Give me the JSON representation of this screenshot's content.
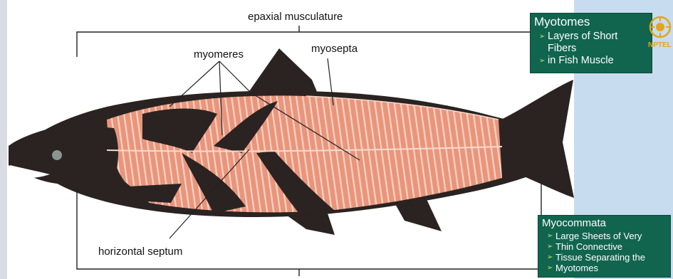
{
  "labels": {
    "epaxial": "epaxial musculature",
    "myomeres": "myomeres",
    "myosepta": "myosepta",
    "horizontal_septum": "horizontal septum"
  },
  "slide": {
    "myotomes_title": "Myotomes",
    "myotomes_bullets": [
      "Layers of Short Fibers",
      "in Fish Muscle"
    ],
    "myocommata_title": "Myocommata",
    "myocommata_bullets": [
      "Large Sheets of Very",
      "Thin Connective",
      "Tissue Separating the",
      "Myotomes"
    ],
    "logo_text": "NPTEL"
  },
  "colors": {
    "fish_dark": "#2a2321",
    "muscle": "#e9957c",
    "muscle_light": "#f6c3af",
    "slide_box": "#11654f",
    "panel": "#c8dcef"
  }
}
